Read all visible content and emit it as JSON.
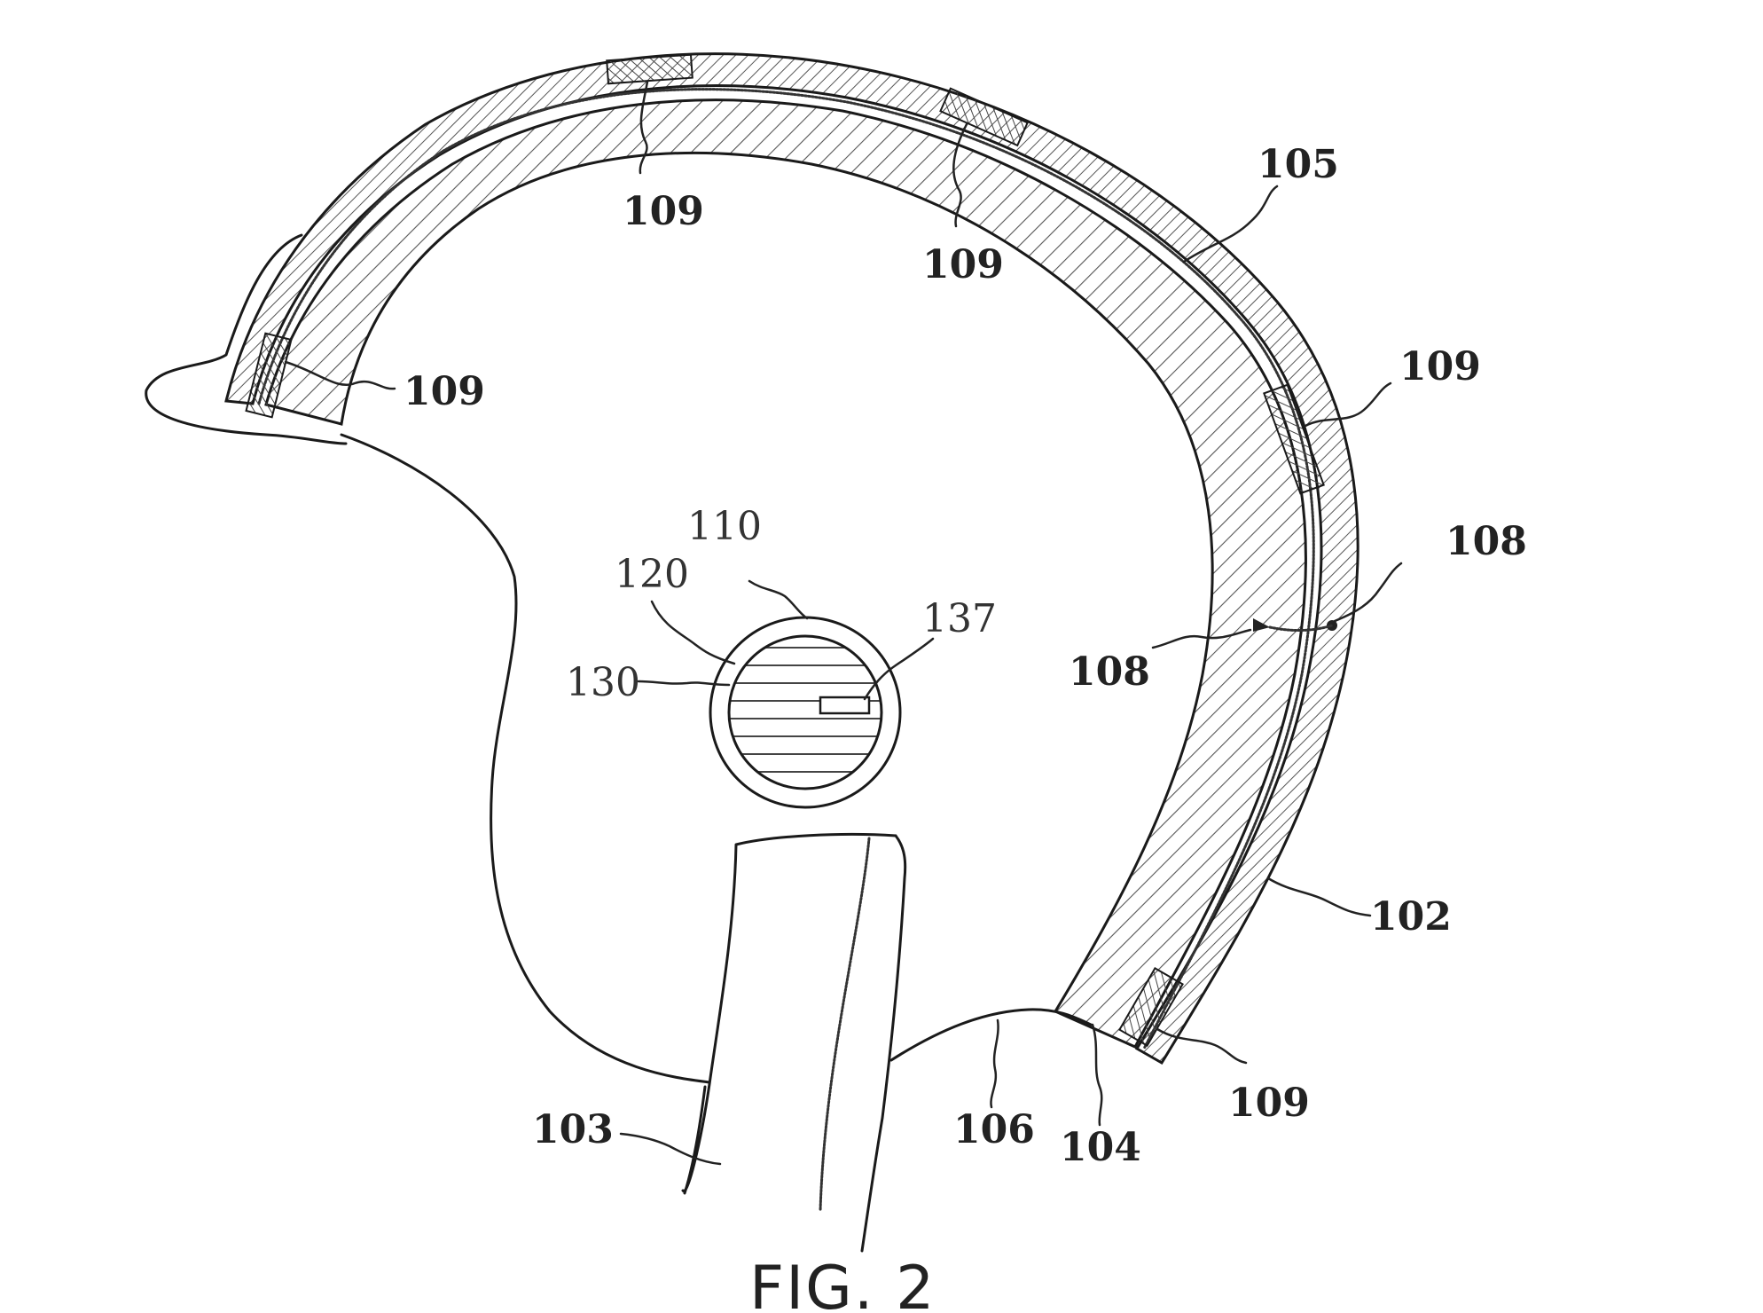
{
  "figure": {
    "caption": "FIG. 2"
  },
  "labels": {
    "l109_top_left": "109",
    "l109_top_mid": "109",
    "l109_left": "109",
    "l109_right": "109",
    "l109_bottom": "109",
    "l105": "105",
    "l108_right": "108",
    "l108_left": "108",
    "l102": "102",
    "l110": "110",
    "l120": "120",
    "l130": "130",
    "l137": "137",
    "l103": "103",
    "l106": "106",
    "l104": "104"
  },
  "colors": {
    "line": "#1a1a1a",
    "hatch": "#555555",
    "background": "#ffffff"
  }
}
